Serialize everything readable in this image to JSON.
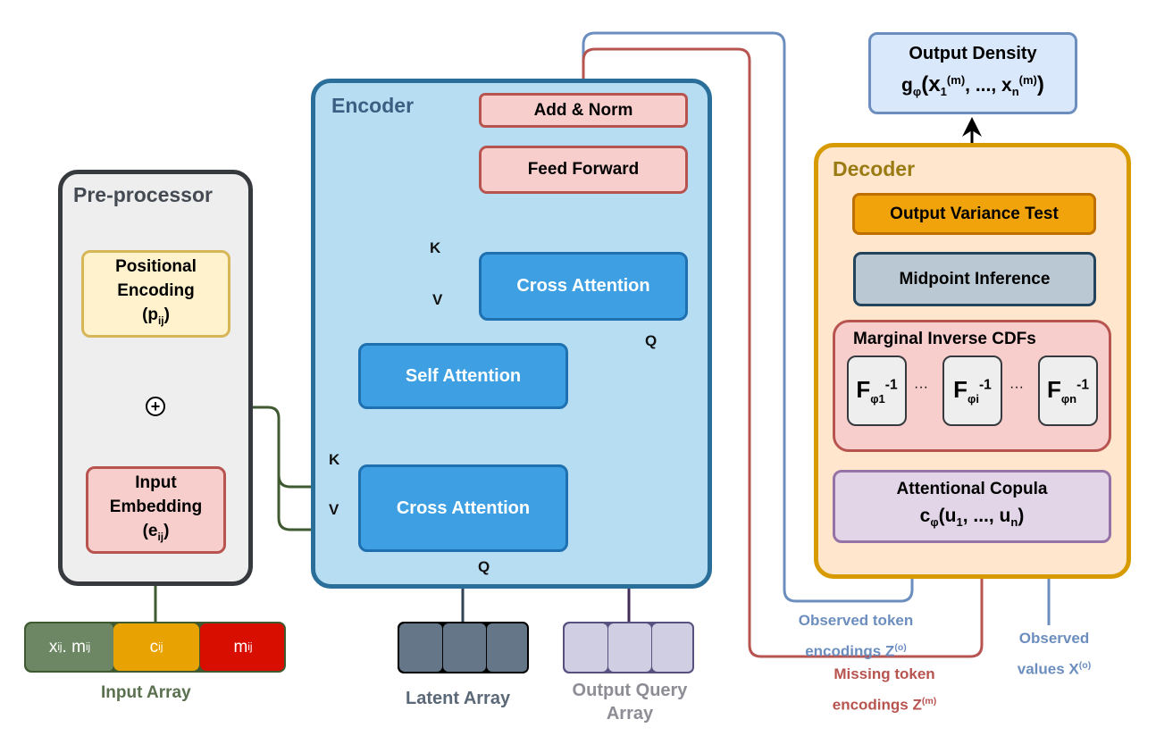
{
  "preprocessor": {
    "title": "Pre-processor",
    "positional_encoding": {
      "line1": "Positional",
      "line2": "Encoding",
      "symbol": "(p",
      "sub": "ij",
      "close": ")"
    },
    "input_embedding": {
      "line1": "Input",
      "line2": "Embedding",
      "symbol": "(e",
      "sub": "ij",
      "close": ")"
    },
    "plus_symbol": "+"
  },
  "input_array": {
    "label": "Input Array",
    "cells": [
      {
        "base": "x",
        "sub": "ij",
        "mid": " . m",
        "sub2": "ij",
        "color": "#6d8764"
      },
      {
        "base": "c",
        "sub": "ij",
        "mid": "",
        "sub2": "",
        "color": "#e8a202"
      },
      {
        "base": "m",
        "sub": "ij",
        "mid": "",
        "sub2": "",
        "color": "#d80e00"
      }
    ]
  },
  "encoder": {
    "title": "Encoder",
    "add_norm": "Add & Norm",
    "feed_forward": "Feed Forward",
    "cross_attention_top": "Cross Attention",
    "self_attention": "Self Attention",
    "cross_attention_bottom": "Cross Attention",
    "labels": {
      "k_top": "K",
      "v_top": "V",
      "q_top": "Q",
      "k_bottom": "K",
      "v_bottom": "V",
      "q_bottom": "Q"
    }
  },
  "latent_array": {
    "label": "Latent Array",
    "cells": 3
  },
  "output_query_array": {
    "label_line1": "Output Query",
    "label_line2": "Array",
    "cells": 3
  },
  "output_density": {
    "title": "Output Density",
    "formula": {
      "g": "g",
      "g_sub": "φ",
      "open": "(x",
      "x1_sub": "1",
      "x1_sup": "(m)",
      "mid": ", ..., x",
      "xn_sub": "n",
      "xn_sup": "(m)",
      "close": ")"
    }
  },
  "decoder": {
    "title": "Decoder",
    "output_variance_test": "Output Variance Test",
    "midpoint_inference": "Midpoint Inference",
    "marginal_inverse_cdfs": {
      "title": "Marginal Inverse CDFs",
      "items": [
        {
          "base": "F",
          "sub": "φ1",
          "sup": "-1"
        },
        {
          "base": "F",
          "sub": "φi",
          "sup": "-1"
        },
        {
          "base": "F",
          "sub": "φn",
          "sup": "-1"
        }
      ],
      "ellipsis": "···"
    },
    "attentional_copula": {
      "title": "Attentional Copula",
      "c": "c",
      "c_sub": "φ",
      "open": "(u",
      "u1_sub": "1",
      "mid": ", ..., u",
      "un_sub": "n",
      "close": ")"
    }
  },
  "annotations": {
    "observed_token": {
      "line1": "Observed token",
      "line2": "encodings Z",
      "sup": "(o)"
    },
    "missing_token": {
      "line1": "Missing token",
      "line2": "encodings Z",
      "sup": "(m)"
    },
    "observed_values": {
      "line1": "Observed",
      "line2": "values X",
      "sup": "(o)"
    }
  },
  "colors": {
    "preprocessor_border": "#36393d",
    "encoder_border": "#2a6e9a",
    "encoder_fill": "#b7ddf2",
    "decoder_border": "#d79b00",
    "decoder_fill": "#ffe6cc",
    "attention_block": "#3ea0e3",
    "pink_block": "#f8cecc",
    "pink_border": "#b85450",
    "green_wire": "#3f5a31",
    "purple_wire": "#432d57",
    "dark_wire": "#314354",
    "blue_wire": "#6c8ebf",
    "red_wire": "#b85450"
  }
}
